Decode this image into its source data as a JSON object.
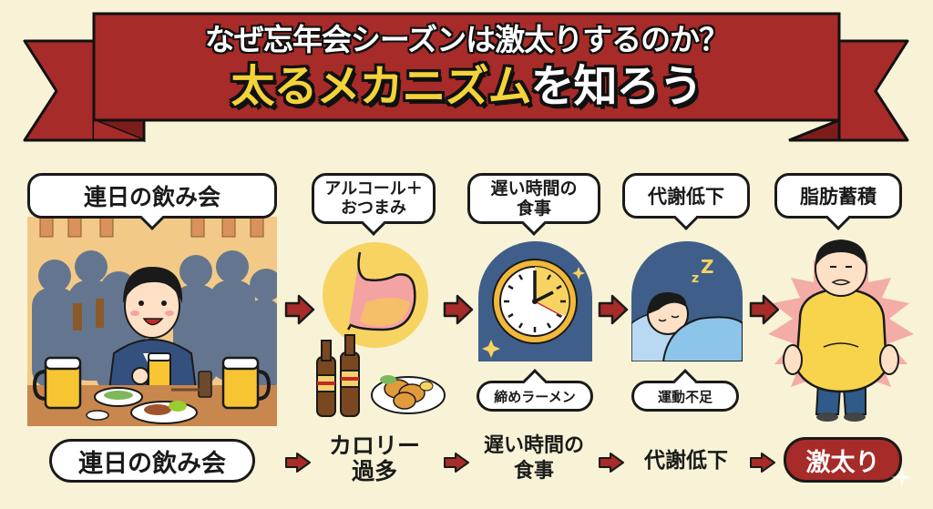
{
  "colors": {
    "background": "#f8f3d6",
    "banner_red": "#a72b28",
    "banner_dark": "#7d1d1b",
    "title_yellow": "#f4d33a",
    "arrow_red": "#a72b28",
    "night_blue": "#3f5f8a",
    "outline": "#1a1a1a"
  },
  "banner": {
    "title_line1": "なぜ忘年会シーズンは激太りするのか？",
    "title_line2_highlight": "太るメカニズム",
    "title_line2_rest": "を知ろう"
  },
  "steps": [
    {
      "label": "連日の飲み会",
      "icon": "drinking-party-illustration"
    },
    {
      "label_line1": "アルコール＋",
      "label_line2": "おつまみ",
      "icon": "stomach-beer-snacks-illustration"
    },
    {
      "label_line1": "遅い時間の",
      "label_line2": "食事",
      "icon": "night-clock-illustration",
      "sub_label": "締めラーメン"
    },
    {
      "label": "代謝低下",
      "icon": "sleeping-person-illustration",
      "sub_label": "運動不足"
    },
    {
      "label": "脂肪蓄積",
      "icon": "overweight-person-illustration"
    }
  ],
  "summary": {
    "item1": "連日の飲み会",
    "item2_line1": "カロリー",
    "item2_line2": "過多",
    "item3_line1": "遅い時間の",
    "item3_line2": "食事",
    "item4": "代謝低下",
    "result": "激太り"
  }
}
